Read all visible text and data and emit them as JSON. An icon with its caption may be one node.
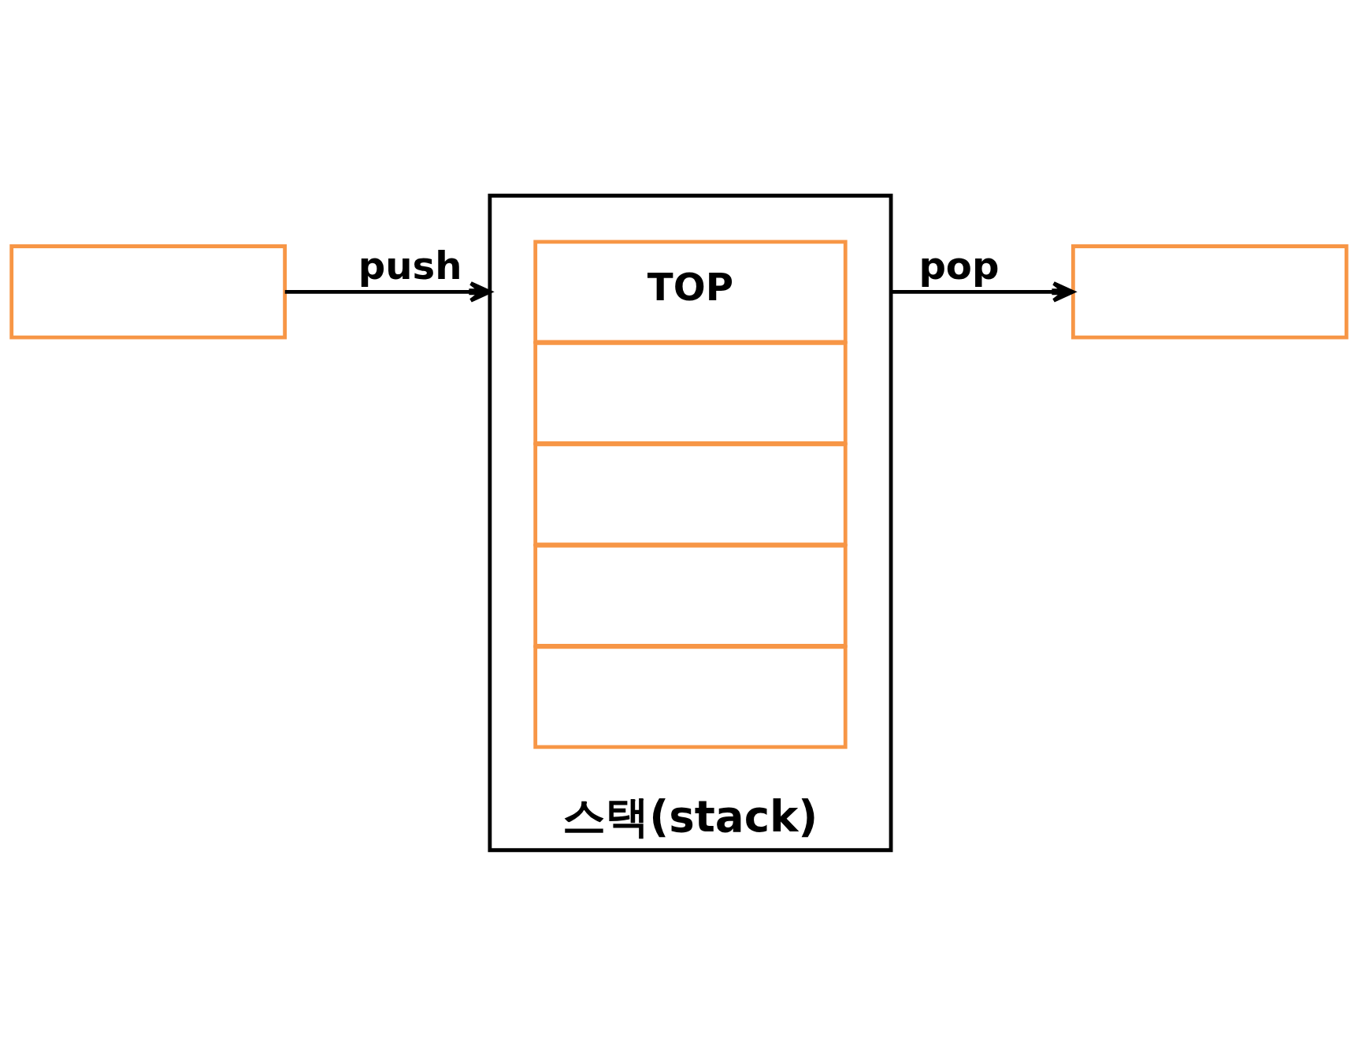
{
  "diagram": {
    "nodes": [
      {
        "text": [],
        "shape": "box"
      },
      {
        "text": [],
        "shape": "box"
      },
      {
        "text": [
          "스택(stack)"
        ]
      },
      {
        "text": [
          "TOP"
        ],
        "in": 2
      },
      {
        "text": [],
        "shape": "box",
        "in": 2
      },
      {
        "text": [],
        "shape": "box",
        "in": 2
      },
      {
        "text": [],
        "shape": "box",
        "in": 2
      },
      {
        "text": [],
        "shape": "box",
        "in": 2
      }
    ],
    "edges": [
      {
        "from": 0,
        "to": 2,
        "arrow": "to",
        "label": "push"
      },
      {
        "from": 2,
        "to": 1,
        "arrow": "to",
        "label": "pop"
      }
    ]
  }
}
